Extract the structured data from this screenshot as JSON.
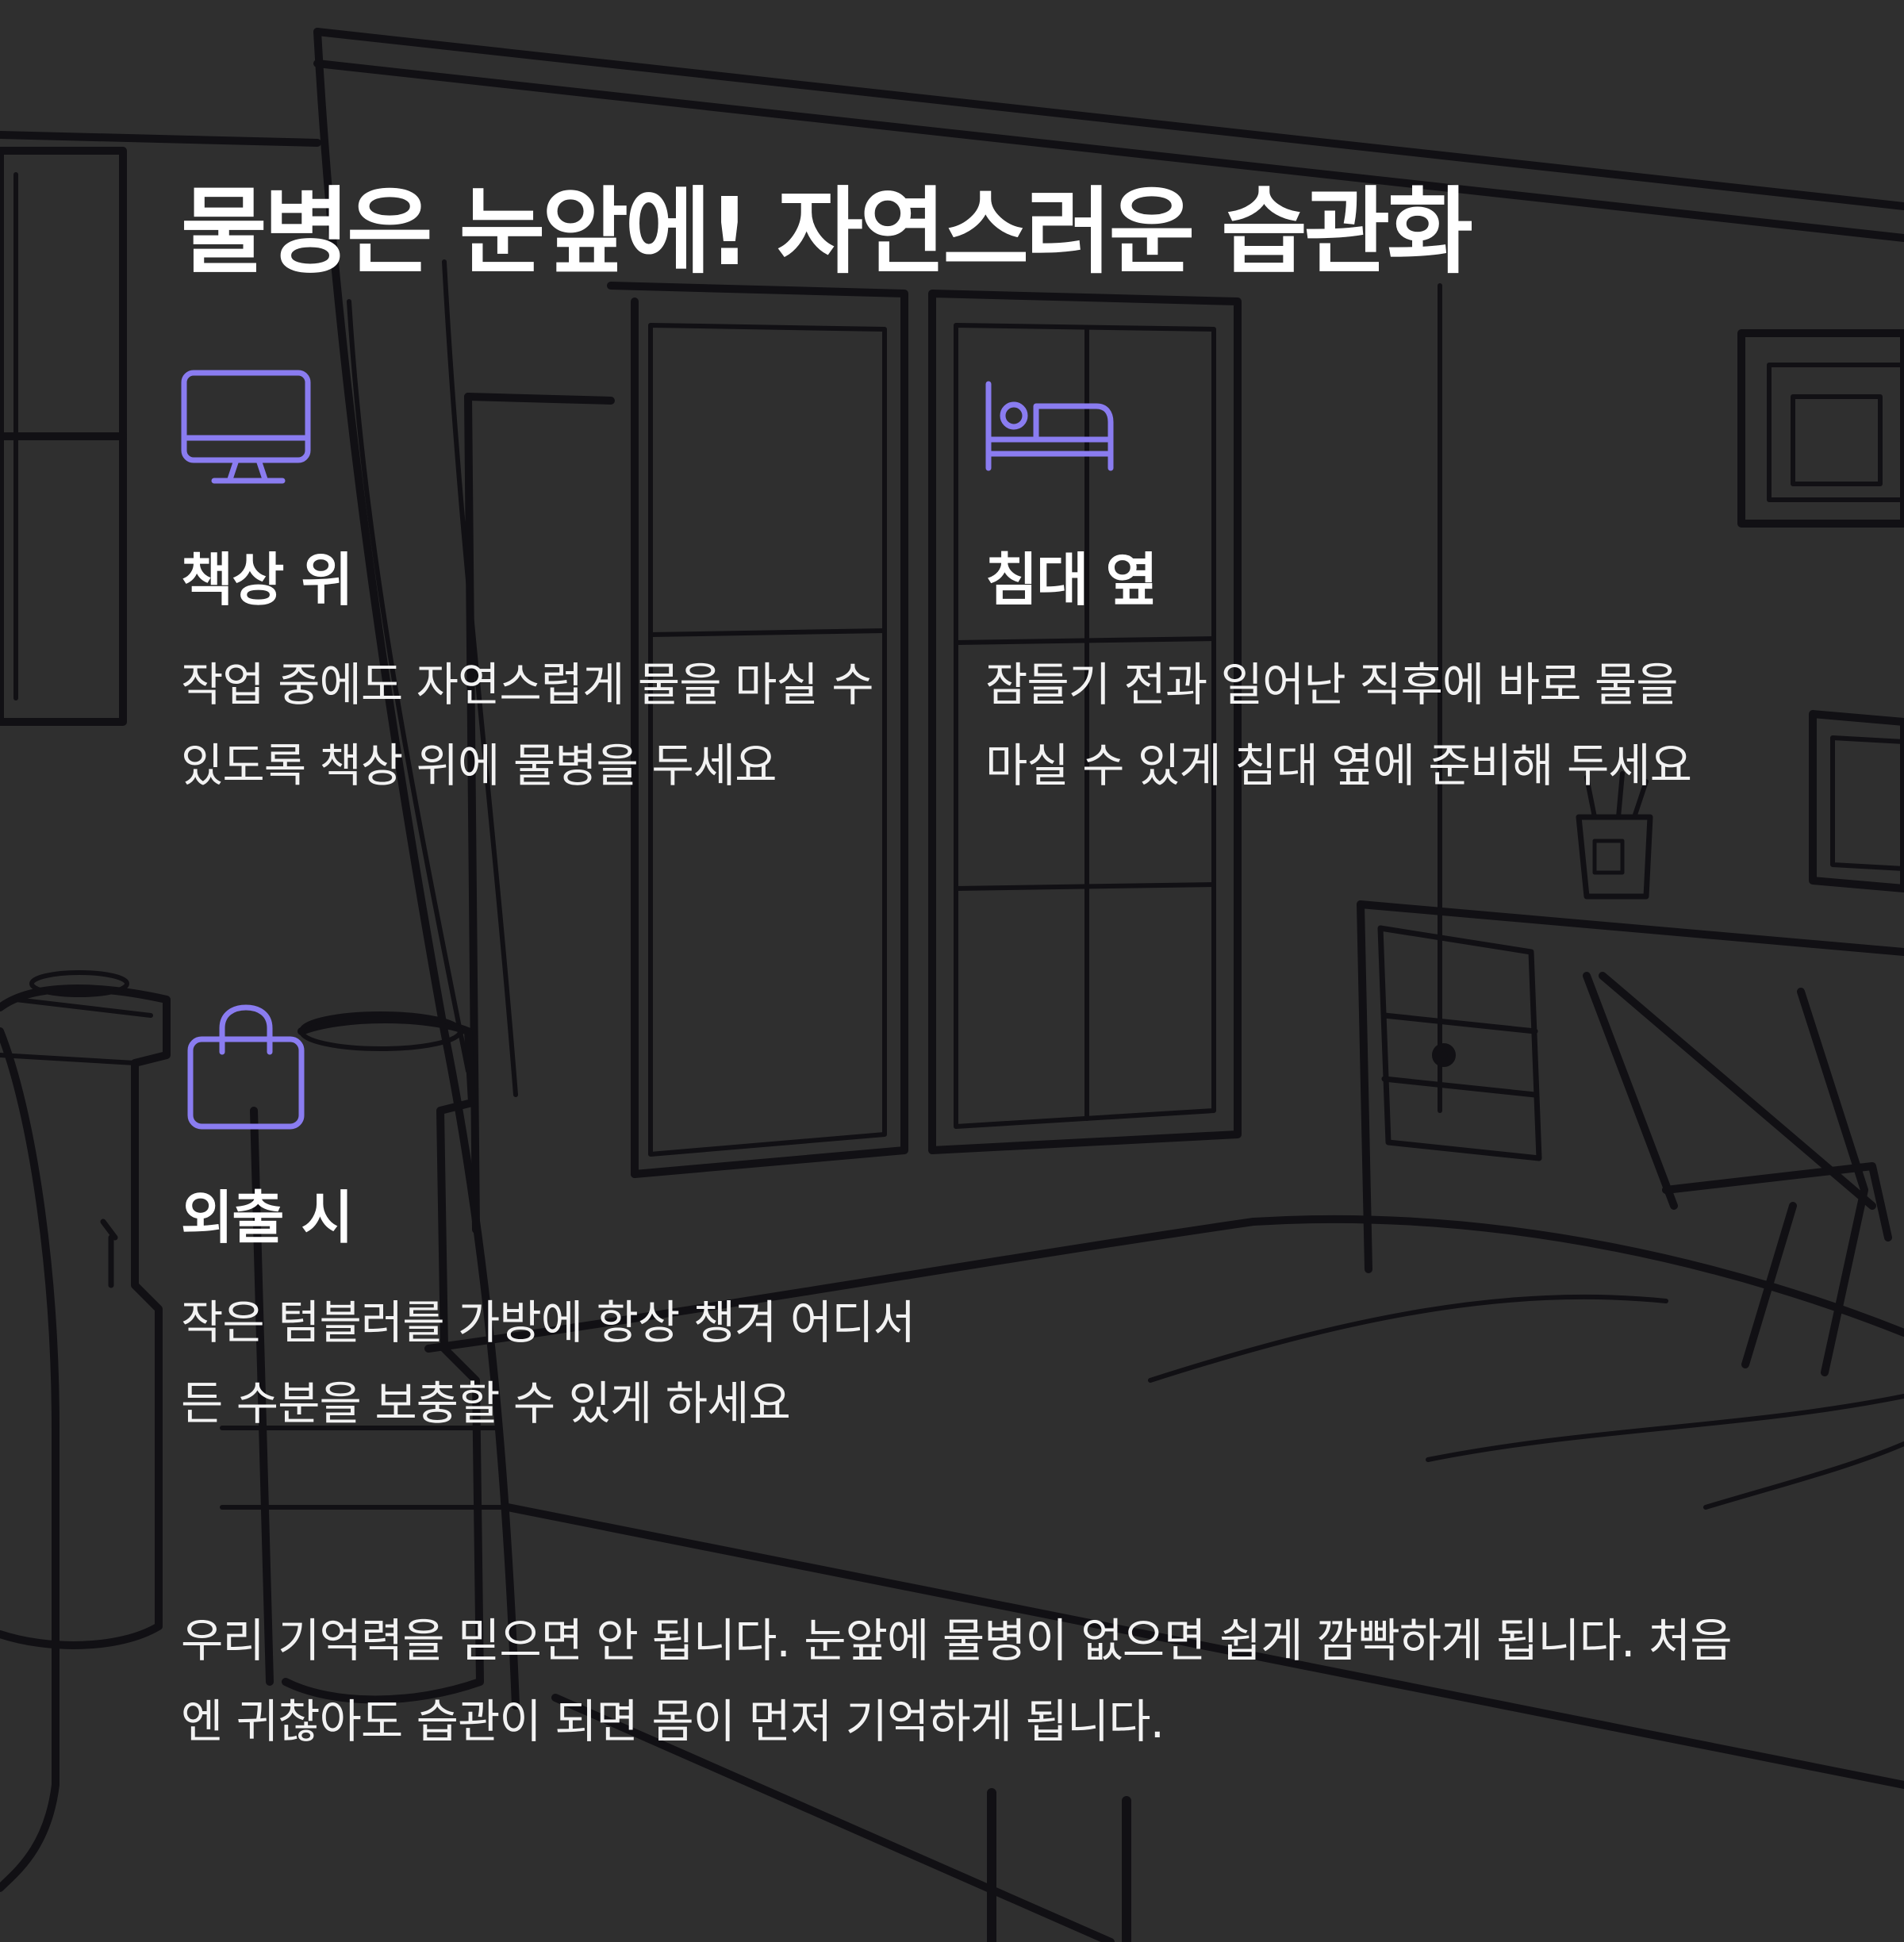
{
  "title": "물병은 눈앞에! 자연스러운 습관화",
  "colors": {
    "background": "#2f2f2f",
    "line_art": "#111014",
    "accent": "#8a7cf0",
    "text": "#ffffff"
  },
  "cards": [
    {
      "icon": "monitor-icon",
      "title": "책상 위",
      "description": "작업 중에도 자연스럽게 물을 마실 수 있도록 책상 위에 물병을 두세요"
    },
    {
      "icon": "bed-icon",
      "title": "침대 옆",
      "description": "잠들기 전과 일어난 직후에 바로 물을 마실 수 있게 침대 옆에 준비해 두세요"
    },
    {
      "icon": "shopping-bag-icon",
      "title": "외출 시",
      "description": "작은 텀블러를 가방에 항상 챙겨 어디서든 수분을 보충할 수 있게 하세요"
    }
  ],
  "summary": "우리 기억력을 믿으면 안 됩니다. 눈앞에 물병이 없으면 쉽게 깜빡하게 됩니다. 처음엔 귀찮아도 습관이 되면 몸이 먼저 기억하게 됩니다."
}
